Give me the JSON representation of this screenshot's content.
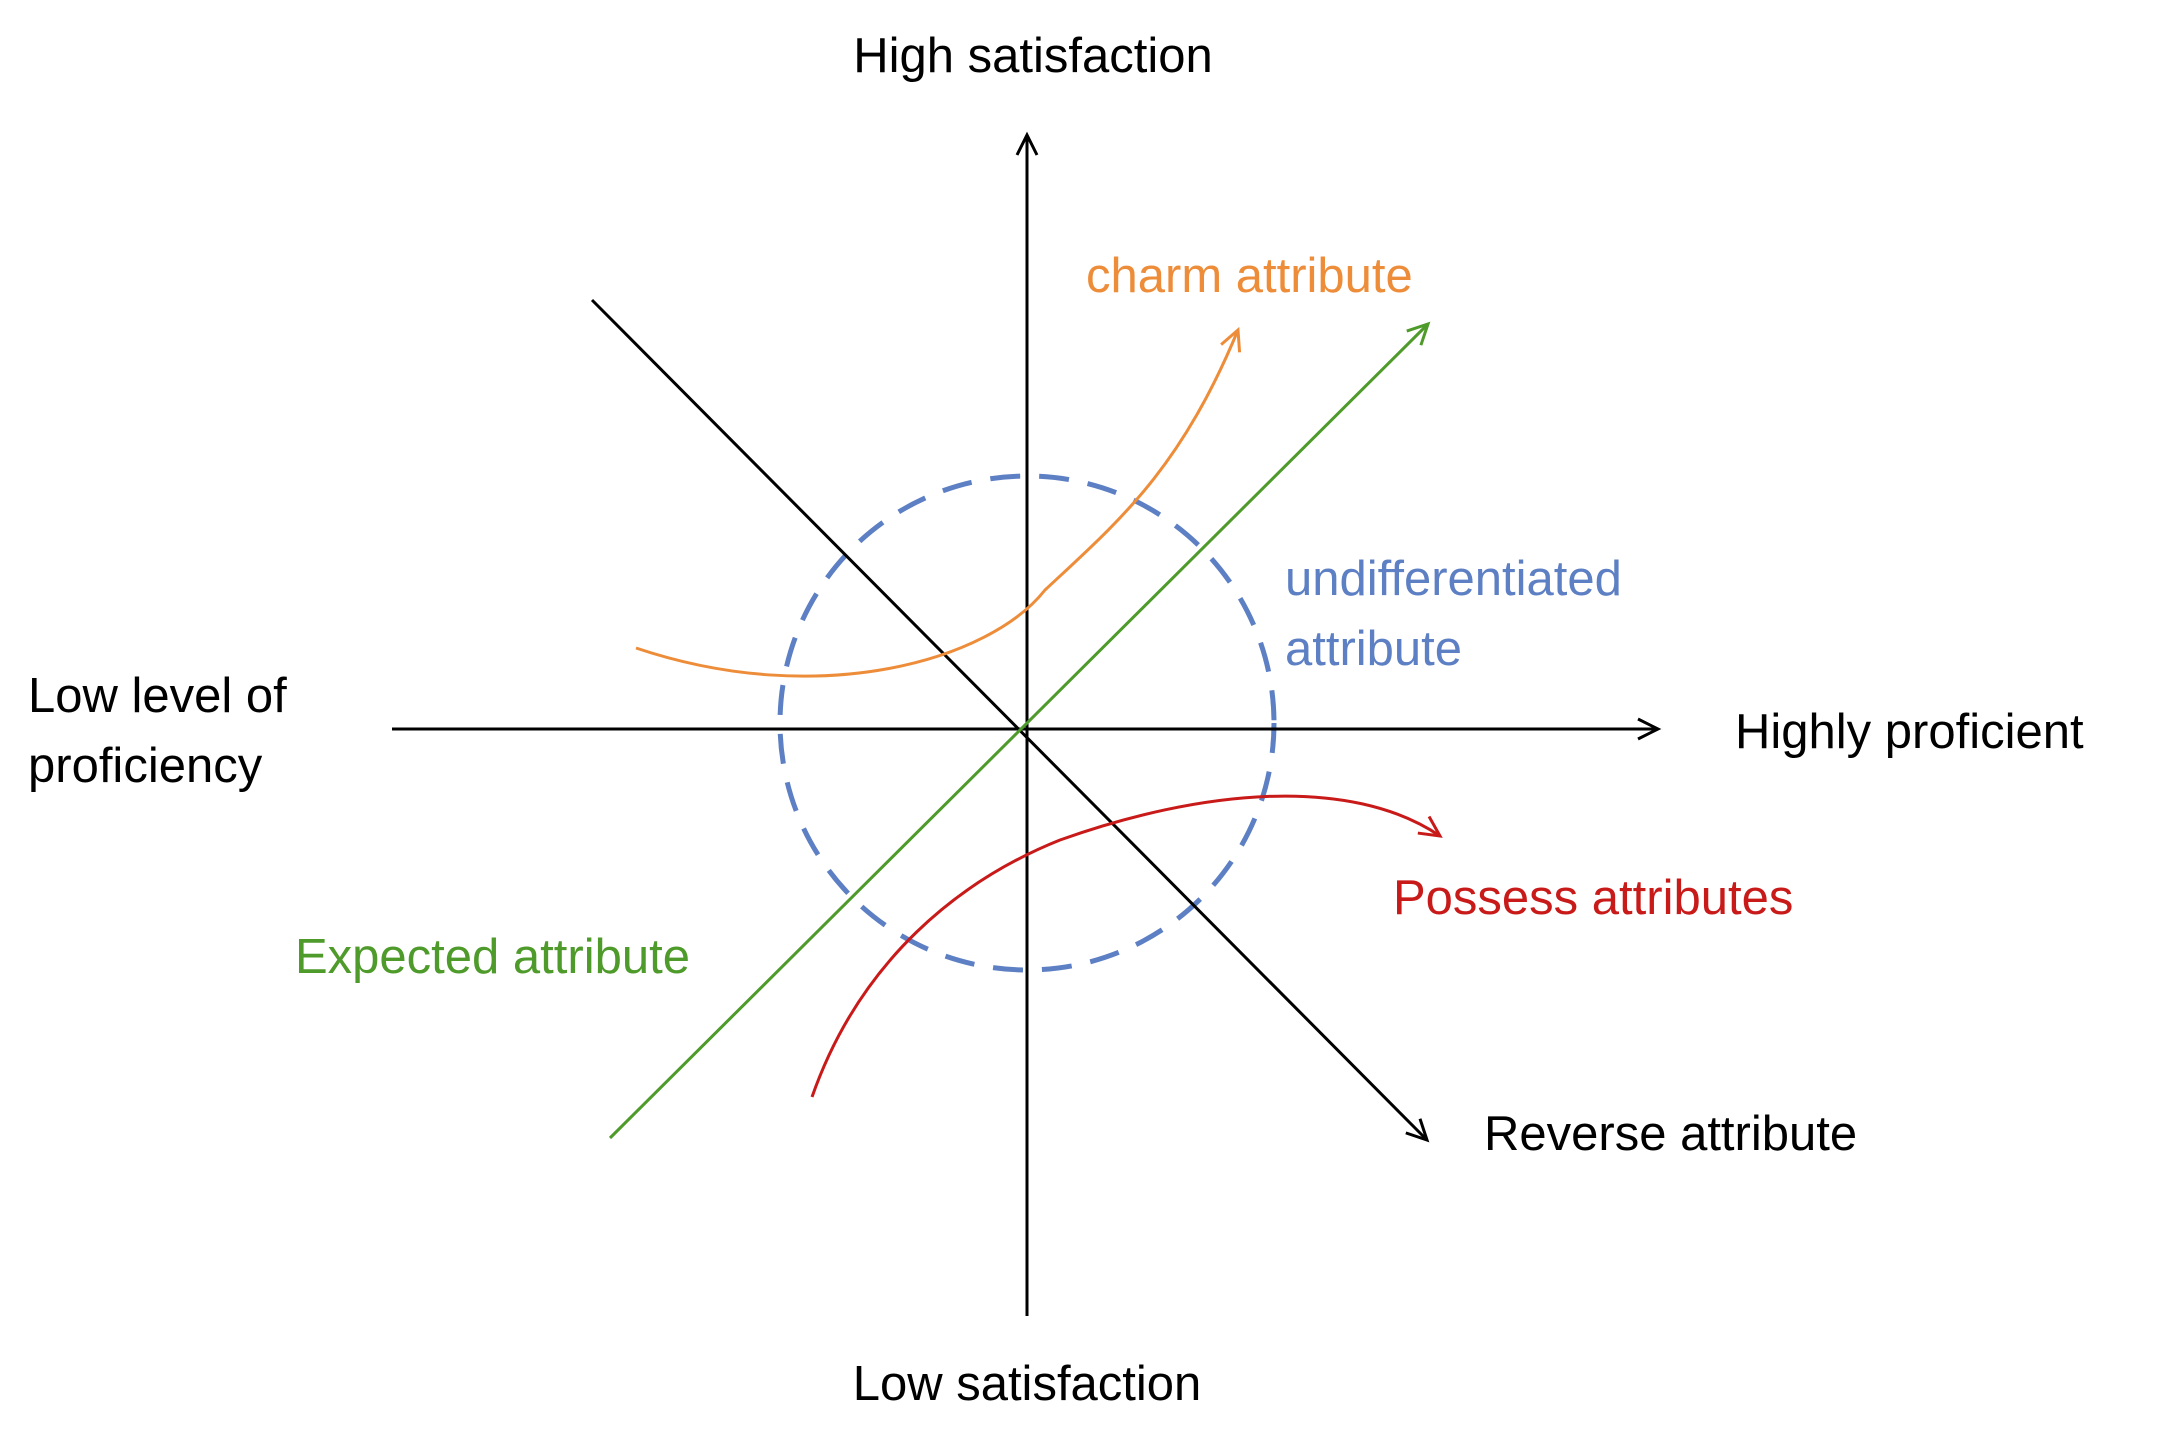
{
  "axes": {
    "top_label": "High satisfaction",
    "bottom_label": "Low satisfaction",
    "left_label_line1": "Low level of",
    "left_label_line2": "proficiency",
    "right_label": "Highly proficient"
  },
  "curves": {
    "charm": {
      "label": "charm attribute",
      "color": "#ED8D3A"
    },
    "expected": {
      "label": "Expected attribute",
      "color": "#4E9A2A"
    },
    "undifferentiated": {
      "label_line1": "undifferentiated",
      "label_line2": "attribute",
      "color": "#5D7FC3"
    },
    "possess": {
      "label": "Possess attributes",
      "color": "#C91A1A"
    },
    "reverse": {
      "label": "Reverse attribute",
      "color": "#000000"
    }
  }
}
